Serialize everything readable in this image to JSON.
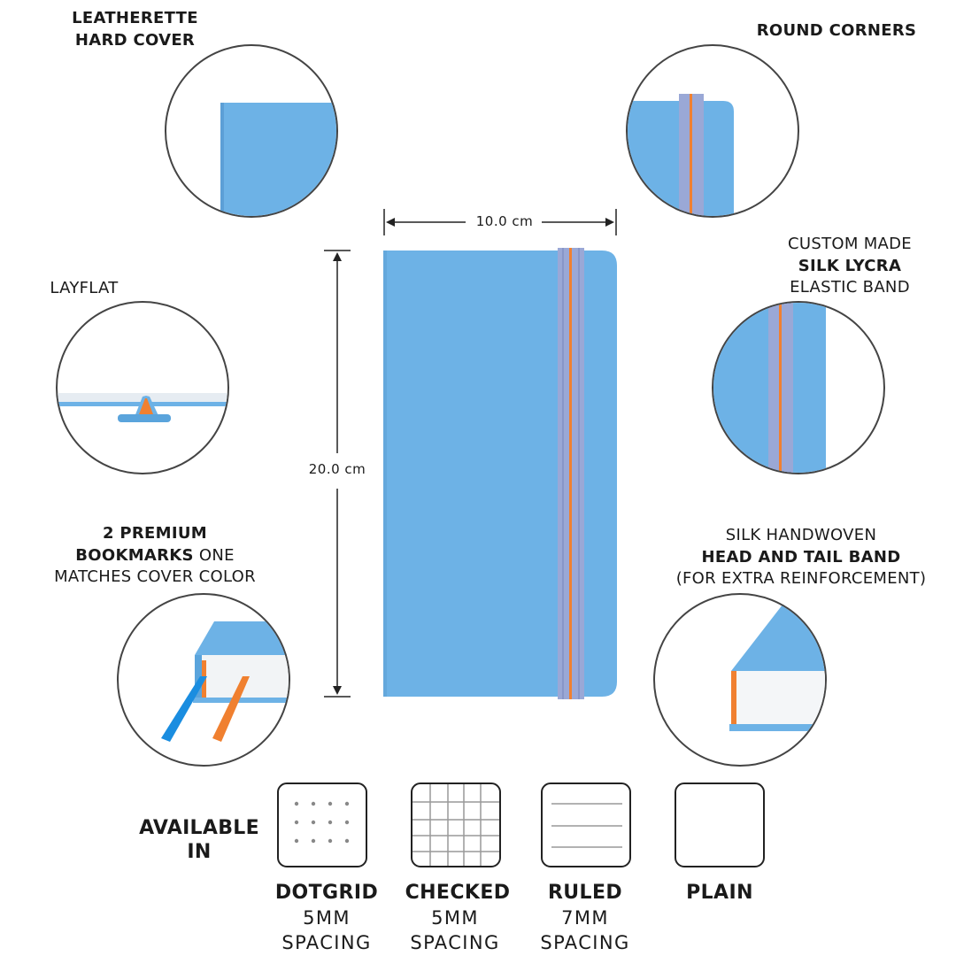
{
  "features": {
    "cover": {
      "line1": "LEATHERETTE",
      "line2": "HARD COVER"
    },
    "corners": {
      "line1": "ROUND CORNERS"
    },
    "band": {
      "line1": "CUSTOM MADE",
      "line2": "SILK LYCRA",
      "line3": "ELASTIC BAND"
    },
    "layflat": {
      "line1": "LAYFLAT"
    },
    "bookmarks": {
      "line1": "2 PREMIUM",
      "line2_bold": "BOOKMARKS",
      "line2_rest": " ONE",
      "line3": "MATCHES COVER COLOR"
    },
    "headband": {
      "line1": "SILK HANDWOVEN",
      "line2": "HEAD AND TAIL BAND",
      "line3": "(FOR EXTRA REINFORCEMENT)"
    }
  },
  "dimensions": {
    "width": "10.0 cm",
    "height": "20.0 cm"
  },
  "available": {
    "line1": "AVAILABLE",
    "line2": "IN",
    "papers": [
      {
        "name": "DOTGRID",
        "spec1": "5MM",
        "spec2": "SPACING",
        "icon": "dotgrid-icon"
      },
      {
        "name": "CHECKED",
        "spec1": "5MM",
        "spec2": "SPACING",
        "icon": "checked-grid-icon"
      },
      {
        "name": "RULED",
        "spec1": "7MM",
        "spec2": "SPACING",
        "icon": "ruled-lines-icon"
      },
      {
        "name": "PLAIN",
        "spec1": "",
        "spec2": "",
        "icon": "plain-page-icon"
      }
    ]
  },
  "colors": {
    "cover": "#6db2e6",
    "elastic": "#9aa8d6",
    "accent_orange": "#f08030",
    "bookmark_blue": "#1a8de0"
  }
}
